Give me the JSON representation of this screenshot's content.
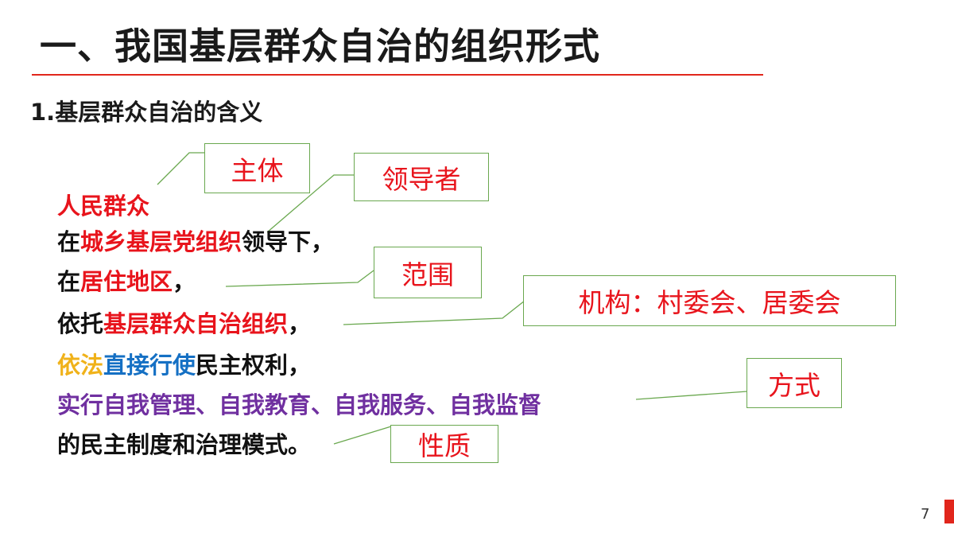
{
  "slide": {
    "title": "一、我国基层群众自治的组织形式",
    "subtitle": "1.基层群众自治的含义",
    "page_number": "7"
  },
  "definition": {
    "l1_subject": "人民群众",
    "l2_pre": "在",
    "l2_leader": "城乡基层党组织",
    "l2_post": "领导下，",
    "l3_pre": "在",
    "l3_scope": "居住地区",
    "l3_post": "，",
    "l4_pre": "依托",
    "l4_org": "基层群众自治组织",
    "l4_post": "，",
    "l5_law": "依法",
    "l5_direct": "直接行使",
    "l5_post": "民主权利，",
    "l6_practice": "实行自我管理、自我教育、自我服务、自我监督",
    "l7_text": "的民主制度和治理模式。"
  },
  "callouts": {
    "subject": "主体",
    "leader": "领导者",
    "scope": "范围",
    "org": "机构：村委会、居委会",
    "method": "方式",
    "nature": "性质"
  },
  "colors": {
    "accent_red": "#e1261c",
    "text_red": "#e8141c",
    "gold": "#f0b21a",
    "blue": "#1570c4",
    "purple": "#7030a0",
    "callout_border": "#6aa84f"
  }
}
